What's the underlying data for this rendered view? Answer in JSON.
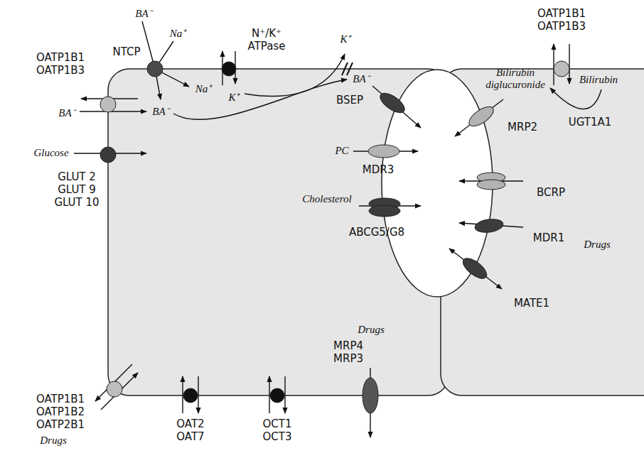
{
  "diagram": {
    "nodes": [
      {
        "text": [
          "OATP1B1 OATP1B3"
        ]
      },
      {
        "text": [
          "NTCP"
        ]
      },
      {
        "text": [
          "N⁺/K⁺ ATPase"
        ]
      },
      {
        "text": [
          "OATP1B1 OATP1B3"
        ]
      },
      {
        "text": [
          "BSEP"
        ]
      },
      {
        "text": [
          "MRP2"
        ]
      },
      {
        "text": [
          "MDR3"
        ]
      },
      {
        "text": [
          "BCRP"
        ]
      },
      {
        "text": [
          "GLUT 2 GLUT 9 GLUT 10"
        ]
      },
      {
        "text": [
          "ABCG5/G8"
        ]
      },
      {
        "text": [
          "MDR1"
        ]
      },
      {
        "text": [
          "MATE1"
        ]
      },
      {
        "text": [
          "MRP4 MRP3"
        ]
      },
      {
        "text": [
          "OATP1B1 OATP1B2 OATP2B1"
        ]
      },
      {
        "text": [
          "OAT2 OAT7"
        ]
      },
      {
        "text": [
          "OCT1 OCT3"
        ]
      }
    ],
    "labels": [
      "BA⁻",
      "Na⁺",
      "K⁺",
      "Bilirubin",
      "BA⁻",
      "BA⁻",
      "Na⁺",
      "K⁺",
      "BA⁻",
      "Bilirubin diglucuronide",
      "UGT1A1",
      "Glucose",
      "PC",
      "Cholesterol",
      "Drugs",
      "Drugs",
      "Drugs"
    ]
  }
}
